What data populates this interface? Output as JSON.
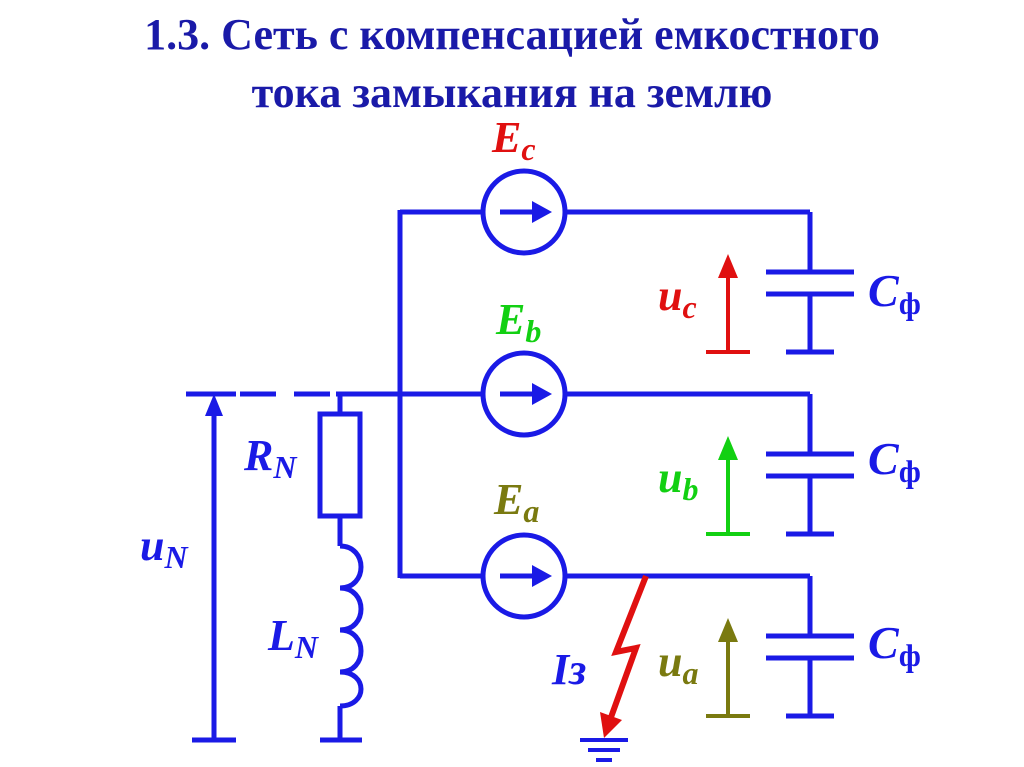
{
  "title": {
    "line1": "1.3. Сеть с компенсацией емкостного",
    "line2": "тока замыкания на землю"
  },
  "labels": {
    "Ec": {
      "main": "E",
      "sub": "c"
    },
    "Eb": {
      "main": "E",
      "sub": "b"
    },
    "Ea": {
      "main": "E",
      "sub": "a"
    },
    "uc": {
      "main": "u",
      "sub": "c"
    },
    "ub": {
      "main": "u",
      "sub": "b"
    },
    "ua": {
      "main": "u",
      "sub": "a"
    },
    "RN": {
      "main": "R",
      "sub": "N"
    },
    "LN": {
      "main": "L",
      "sub": "N"
    },
    "uN": {
      "main": "u",
      "sub": "N"
    },
    "Cf1": {
      "main": "C",
      "sub": "ф"
    },
    "Cf2": {
      "main": "C",
      "sub": "ф"
    },
    "Cf3": {
      "main": "C",
      "sub": "ф"
    },
    "Iz": "Iз"
  },
  "colors": {
    "wire": "#1a1ae6",
    "title": "#1a1aa8",
    "phase_c": "#e01010",
    "phase_b": "#12d012",
    "phase_a": "#7a7a10",
    "fault": "#e01010"
  }
}
